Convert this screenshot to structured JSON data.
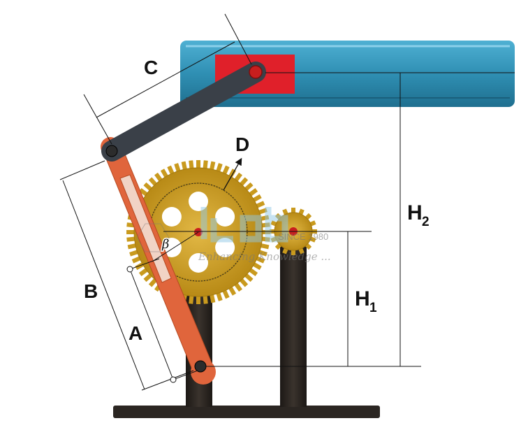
{
  "labels": {
    "A": "A",
    "B": "B",
    "C": "C",
    "D": "D",
    "H1_main": "H",
    "H1_sub": "1",
    "H2_main": "H",
    "H2_sub": "2",
    "beta": "β"
  },
  "watermark": {
    "since": "SINCE 1980",
    "tagline": "Enhancing Knowledge ..."
  },
  "colors": {
    "beam": "#2f8fb3",
    "slider": "#e0202a",
    "link": "#3a4048",
    "rocker_arm": "#e0653c",
    "gear": "#d4a628",
    "post": "#2b2622",
    "pivot": "#c81e1e"
  }
}
